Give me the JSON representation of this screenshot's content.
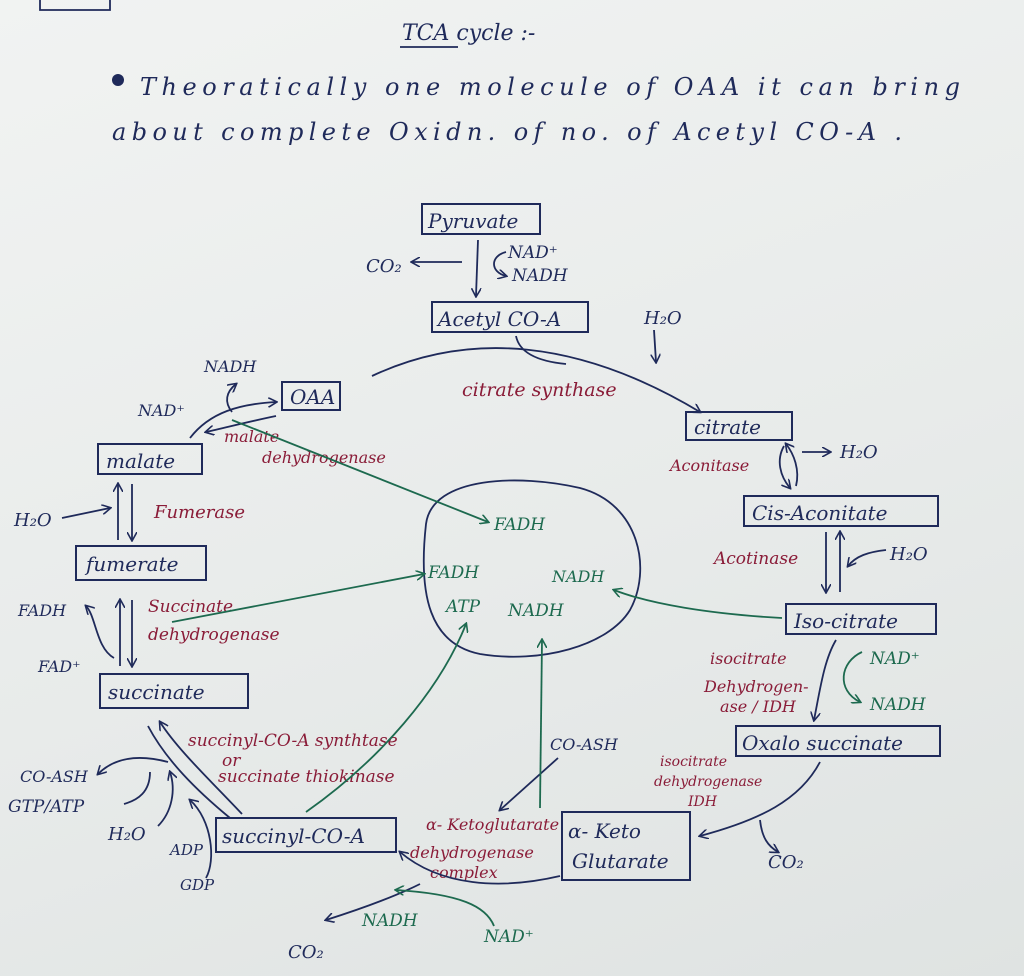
{
  "title": "TCA cycle :-",
  "note": {
    "line1": "Theoratically one molecule of OAA it can bring",
    "line2": "about complete Oxidn. of no. of Acetyl CO-A ."
  },
  "metabolites": {
    "pyruvate": "Pyruvate",
    "acetyl_coa": "Acetyl CO-A",
    "citrate": "citrate",
    "cis_aconitate": "Cis-Aconitate",
    "isocitrate": "Iso-citrate",
    "oxalosuccinate": "Oxalo succinate",
    "alpha_ketoglutarate_1": "α- Keto",
    "alpha_ketoglutarate_2": "Glutarate",
    "succinyl_coa": "succinyl-CO-A",
    "succinate": "succinate",
    "fumerate": "fumerate",
    "malate": "malate",
    "oaa": "OAA"
  },
  "enzymes": {
    "citrate_synthase": "citrate synthase",
    "aconitase": "Aconitase",
    "acotinase": "Acotinase",
    "icdh_1": "isocitrate",
    "icdh_2": "Dehydrogen-",
    "icdh_3": "ase / IDH",
    "icdh2_1": "isocitrate",
    "icdh2_2": "dehydrogenase",
    "icdh2_3": "IDH",
    "akg_1": "α- Ketoglutarate",
    "akg_2": "dehydrogenase",
    "akg_3": "complex",
    "sct_1": "succinyl-CO-A synthtase",
    "sct_2": "or",
    "sct_3": "succinate thiokinase",
    "sdh_1": "Succinate",
    "sdh_2": "dehydrogenase",
    "fumerase": "Fumerase",
    "mdh_1": "malate",
    "mdh_2": "dehydrogenase"
  },
  "cofactors": {
    "co2_pyruvate": "CO₂",
    "nad_pyruvate": "NAD⁺",
    "nadh_pyruvate": "NADH",
    "h2o_citrate_in": "H₂O",
    "h2o_citrate_out": "H₂O",
    "h2o_cis": "H₂O",
    "nad_idh": "NAD⁺",
    "nadh_idh": "NADH",
    "co2_oxalo": "CO₂",
    "coash_akg": "CO-ASH",
    "nadh_akg": "NADH",
    "nad_akg": "NAD⁺",
    "co2_akg": "CO₂",
    "coash_sct": "CO-ASH",
    "gtp_atp": "GTP/ATP",
    "h2o_sct": "H₂O",
    "adp": "ADP",
    "gdp": "GDP",
    "fadh_sdh": "FADH",
    "fad_sdh": "FAD⁺",
    "h2o_fum": "H₂O",
    "nad_mdh": "NAD⁺",
    "nadh_mdh": "NADH"
  },
  "pool": {
    "fadh_top": "FADH",
    "fadh_mid": "FADH",
    "nadh_right": "NADH",
    "atp": "ATP",
    "nadh_low": "NADH"
  }
}
